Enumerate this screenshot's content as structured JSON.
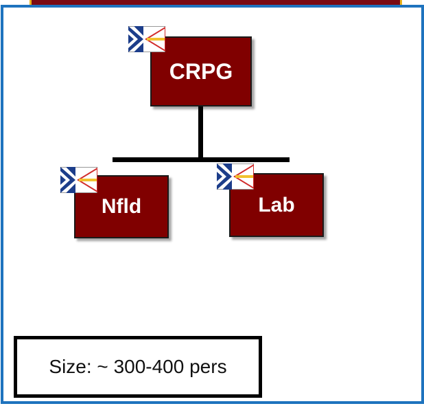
{
  "org_chart": {
    "root": {
      "label": "CRPG",
      "flag_icon": "newfoundland-labrador-flag-icon"
    },
    "children": [
      {
        "label": "Nfld",
        "flag_icon": "newfoundland-labrador-flag-icon"
      },
      {
        "label": "Lab",
        "flag_icon": "newfoundland-labrador-flag-icon"
      }
    ]
  },
  "size_note": "Size: ~ 300-400 pers",
  "colors": {
    "box_fill": "#800000",
    "frame_border": "#1e73be",
    "title_bar": "#7a0a12",
    "title_bar_border": "#e8b21a"
  }
}
